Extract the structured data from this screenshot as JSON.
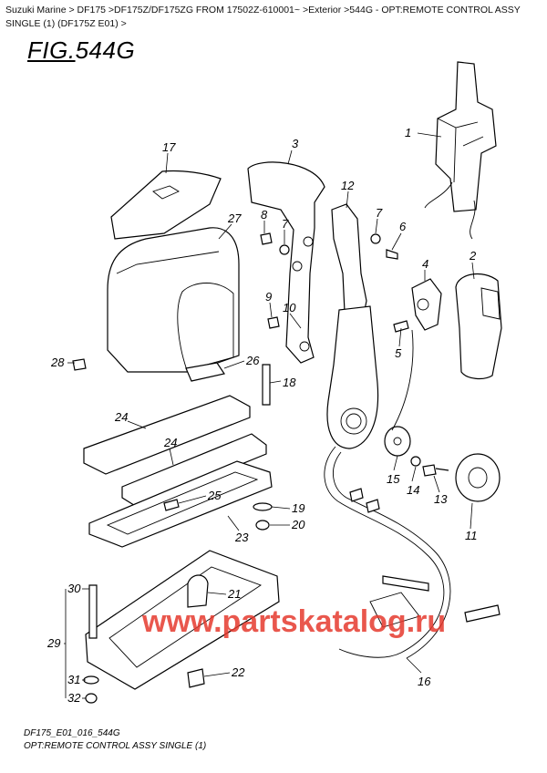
{
  "breadcrumb": "Suzuki Marine > DF175 >DF175Z/DF175ZG FROM 17502Z-610001~ >Exterior >544G - OPT:REMOTE CONTROL ASSY SINGLE (1) (DF175Z E01) >",
  "figure": {
    "prefix": "FIG.",
    "number": "544G"
  },
  "watermark": "www.partskatalog.ru",
  "footer": {
    "code": "DF175_E01_016_544G",
    "caption": "OPT:REMOTE CONTROL ASSY SINGLE (1)"
  },
  "callouts": {
    "c1": "1",
    "c2": "2",
    "c3": "3",
    "c4": "4",
    "c5": "5",
    "c6": "6",
    "c7a": "7",
    "c7b": "7",
    "c8": "8",
    "c9": "9",
    "c10": "10",
    "c11": "11",
    "c12": "12",
    "c13": "13",
    "c14": "14",
    "c15": "15",
    "c16": "16",
    "c17": "17",
    "c18": "18",
    "c19": "19",
    "c20": "20",
    "c21": "21",
    "c22": "22",
    "c23": "23",
    "c24a": "24",
    "c24b": "24",
    "c25": "25",
    "c26": "26",
    "c27": "27",
    "c28": "28",
    "c29": "29",
    "c30": "30",
    "c31": "31",
    "c32": "32"
  }
}
